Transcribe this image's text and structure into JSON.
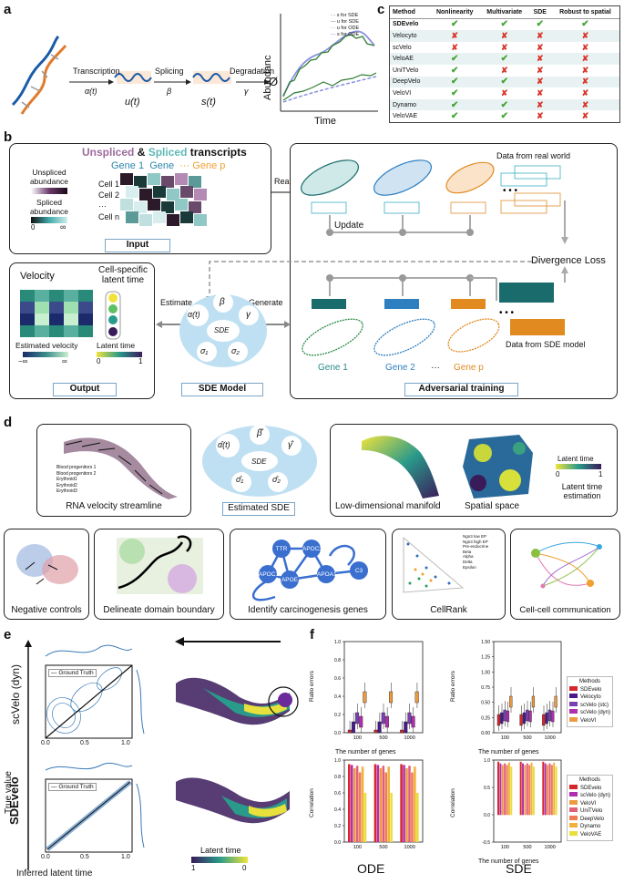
{
  "panels": {
    "a": "a",
    "b": "b",
    "c": "c",
    "d": "d",
    "e": "e",
    "f": "f"
  },
  "a": {
    "steps": [
      "Transcription",
      "Splicing",
      "Degradation"
    ],
    "rates": [
      "α(t)",
      "β",
      "γ"
    ],
    "species": [
      "u(t)",
      "s(t)",
      "Ø"
    ],
    "plot": {
      "ylabel": "Abundanc",
      "xlabel": "Time",
      "legend": [
        "s for SDE",
        "u for SDE",
        "u for ODE",
        "s for ODE"
      ]
    }
  },
  "c": {
    "headers": [
      "Method",
      "Nonlinearity",
      "Multivariate",
      "SDE",
      "Robust to spatial"
    ],
    "rows": [
      {
        "name": "SDEvelo",
        "bold": true,
        "marks": [
          1,
          1,
          1,
          1
        ]
      },
      {
        "name": "Velocyto",
        "marks": [
          0,
          0,
          0,
          0
        ]
      },
      {
        "name": "scVelo",
        "marks": [
          0,
          0,
          0,
          0
        ]
      },
      {
        "name": "VeloAE",
        "marks": [
          1,
          1,
          0,
          0
        ]
      },
      {
        "name": "UniTVelo",
        "marks": [
          1,
          0,
          0,
          0
        ]
      },
      {
        "name": "DeepVelo",
        "marks": [
          1,
          1,
          0,
          0
        ]
      },
      {
        "name": "VeloVI",
        "marks": [
          1,
          0,
          0,
          0
        ]
      },
      {
        "name": "Dynamo",
        "marks": [
          1,
          1,
          0,
          0
        ]
      },
      {
        "name": "VeloVAE",
        "marks": [
          1,
          1,
          0,
          0
        ]
      }
    ]
  },
  "b": {
    "title_unspliced": "Unspliced",
    "title_amp": "&",
    "title_spliced": "Spliced",
    "title_rest": "transcripts",
    "genes": [
      "Gene 1",
      "Gene",
      "··· Gene p"
    ],
    "cells": [
      "Cell 1",
      "Cell 2",
      "···",
      "Cell n"
    ],
    "unspliced_label": "Unspliced abundance",
    "spliced_label": "Spliced abundance",
    "scale_min": "0",
    "scale_max": "∞",
    "input": "Input",
    "real": "Real",
    "update": "Update",
    "data_real": "Data from real world",
    "divergence": "Divergence Loss",
    "estimate": "Estimate",
    "generate": "Generate",
    "velocity": "Velocity",
    "cell_specific": "Cell-specific latent time",
    "est_velocity": "Estimated velocity",
    "latent_time": "Latent time",
    "vel_min": "−∞",
    "vel_max": "∞",
    "lt_min": "0",
    "lt_max": "1",
    "output": "Output",
    "sde_model": "SDE Model",
    "sde_params": [
      "α(t)",
      "β",
      "γ",
      "SDE",
      "σ₁",
      "σ₂"
    ],
    "adversarial": "Adversarial training",
    "data_sde": "Data from SDE model",
    "gene_labels": [
      "Gene 1",
      "Gene 2",
      "···",
      "Gene p"
    ]
  },
  "d": {
    "streamline": "RNA velocity streamline",
    "streamline_legend": [
      "Blood progenitors 1",
      "Blood progenitors 2",
      "Erythroid1",
      "Erythroid2",
      "Erythroid3"
    ],
    "estimated_sde": "Estimated SDE",
    "sde_hat": [
      "α̂(t)",
      "β̂",
      "γ̂",
      "SDE",
      "σ̂₁",
      "σ̂₂"
    ],
    "manifold": "Low-dimensional manifold",
    "spatial": "Spatial space",
    "latent_time": "Latent time",
    "lt_min": "0",
    "lt_max": "1",
    "latent_estimation": "Latent time estimation",
    "bottom": [
      "Negative controls",
      "Delineate domain boundary",
      "Identify carcinogenesis genes",
      "CellRank",
      "Cell-cell communication"
    ],
    "genes": [
      "TTR",
      "APOC3",
      "APOC1",
      "APOE",
      "APOA1",
      "C3"
    ],
    "cellrank_legend": [
      "Ngn3 low EP",
      "Ngn3 high EP",
      "Pre-endocrine",
      "Beta",
      "Alpha",
      "Delta",
      "Epsilon"
    ]
  },
  "e": {
    "rows": [
      "scVelo (dyn)",
      "SDEvelo"
    ],
    "ylabel": "True value",
    "xlabel": "Inferred latent time",
    "legend": "Ground Truth",
    "ticks": [
      "0.0",
      "0.5",
      "1.0"
    ],
    "latent_time": "Latent time",
    "lt_left": "1",
    "lt_right": "0"
  },
  "f": {
    "ylabel_top": "Ratio errors",
    "ylabel_bottom": "Correlation",
    "xlabel": "The number of genes",
    "gene_counts": [
      "100",
      "500",
      "1000"
    ],
    "col_labels": [
      "ODE",
      "SDE"
    ],
    "methods_title": "Methods",
    "legend_top": [
      {
        "name": "SDEvelo",
        "color": "#d7262b"
      },
      {
        "name": "Velocyto",
        "color": "#4a1a8c"
      },
      {
        "name": "scVelo (stc)",
        "color": "#7b3fb5"
      },
      {
        "name": "scVelo (dyn)",
        "color": "#b02fb0"
      },
      {
        "name": "VeloVI",
        "color": "#ee9a43"
      }
    ],
    "legend_bottom": [
      {
        "name": "SDEvelo",
        "color": "#d7262b"
      },
      {
        "name": "scVelo (dyn)",
        "color": "#b02fb0"
      },
      {
        "name": "VeloVI",
        "color": "#ee9a43"
      },
      {
        "name": "UniTVelo",
        "color": "#e0607a"
      },
      {
        "name": "DeepVelo",
        "color": "#f07a52"
      },
      {
        "name": "Dynamo",
        "color": "#f2b13c"
      },
      {
        "name": "VeloVAE",
        "color": "#e8df3a"
      }
    ],
    "yticks_ode_top": [
      "0.0",
      "0.2",
      "0.4",
      "0.6",
      "0.8",
      "1.0"
    ],
    "yticks_sde_top": [
      "0.00",
      "0.25",
      "0.50",
      "0.75",
      "1.00",
      "1.25",
      "1.50"
    ],
    "yticks_ode_bottom": [
      "0.0",
      "0.2",
      "0.4",
      "0.6",
      "0.8",
      "1.0"
    ],
    "yticks_sde_bottom": [
      "-0.5",
      "0.0",
      "0.5",
      "1.0"
    ]
  }
}
